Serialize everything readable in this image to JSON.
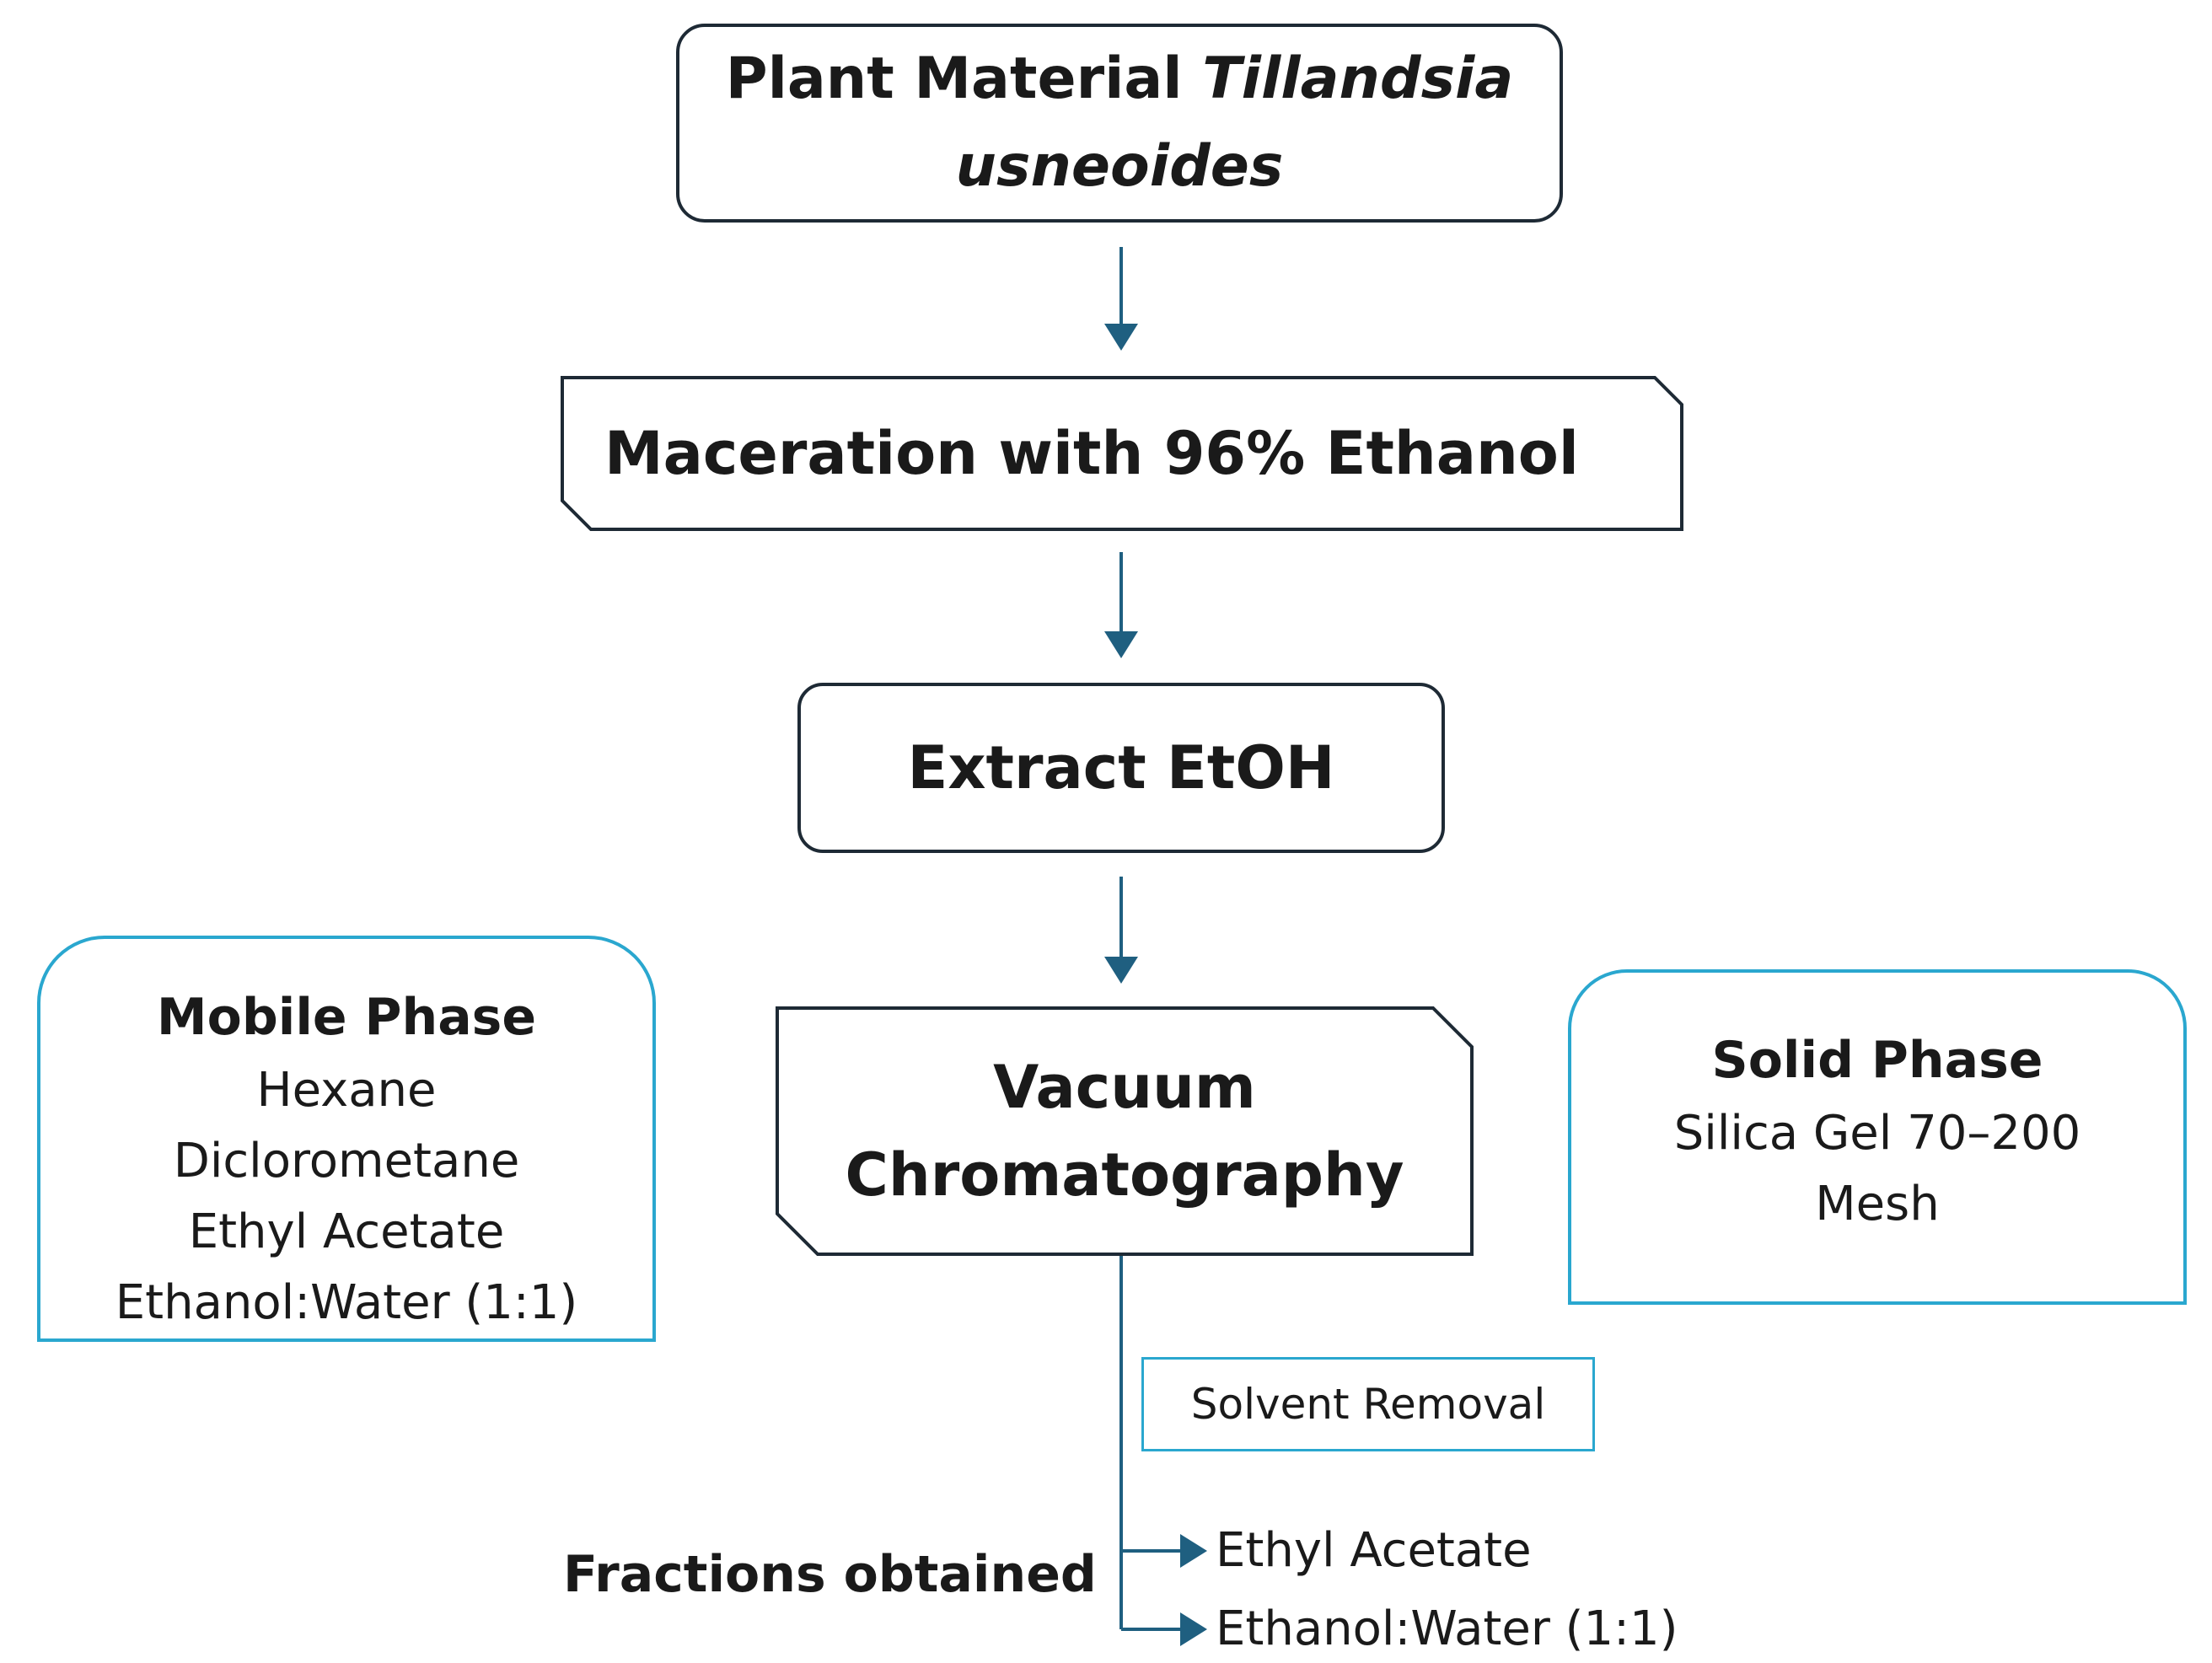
{
  "steps": {
    "plant_material": {
      "label": "Plant Material ",
      "species": "Tillandsia usneoides"
    },
    "maceration": {
      "label": "Maceration with 96% Ethanol"
    },
    "extract": {
      "label": "Extract EtOH"
    },
    "vacuum": {
      "line1": "Vacuum",
      "line2": "Chromatography"
    }
  },
  "mobile_phase": {
    "title": "Mobile Phase",
    "items": [
      "Hexane",
      "Diclorometane",
      "Ethyl Acetate",
      "Ethanol:Water (1:1)"
    ]
  },
  "solid_phase": {
    "title": "Solid Phase",
    "line1": "Silica Gel 70–200",
    "line2": "Mesh"
  },
  "solvent_removal": {
    "label": "Solvent Removal"
  },
  "fractions": {
    "label": "Fractions obtained",
    "items": [
      "Ethyl Acetate",
      "Ethanol:Water (1:1)"
    ]
  },
  "colors": {
    "line": "#1f5f80",
    "dark_border": "#1e2a35",
    "cyan_border": "#2aa7cf"
  }
}
